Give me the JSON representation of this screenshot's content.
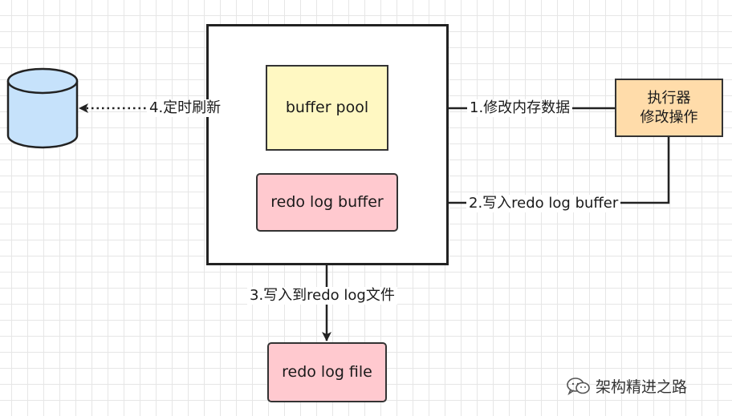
{
  "nodes": {
    "buffer_pool": "buffer pool",
    "redo_log_buffer": "redo log buffer",
    "redo_log_file": "redo log file",
    "executor_line1": "执行器",
    "executor_line2": "修改操作"
  },
  "edges": {
    "step1": "1.修改内存数据",
    "step2": "2.写入redo log buffer",
    "step3": "3.写入到redo log文件",
    "step4": "4.定时刷新"
  },
  "icons": {
    "database": "database-cylinder-icon",
    "watermark": "wechat-icon"
  },
  "watermark": {
    "text": "架构精进之路"
  },
  "colors": {
    "buffer_pool_fill": "#fff8c2",
    "redo_fill": "#ffc9cf",
    "executor_fill": "#ffdcaa",
    "database_fill": "#c6e2fb"
  }
}
